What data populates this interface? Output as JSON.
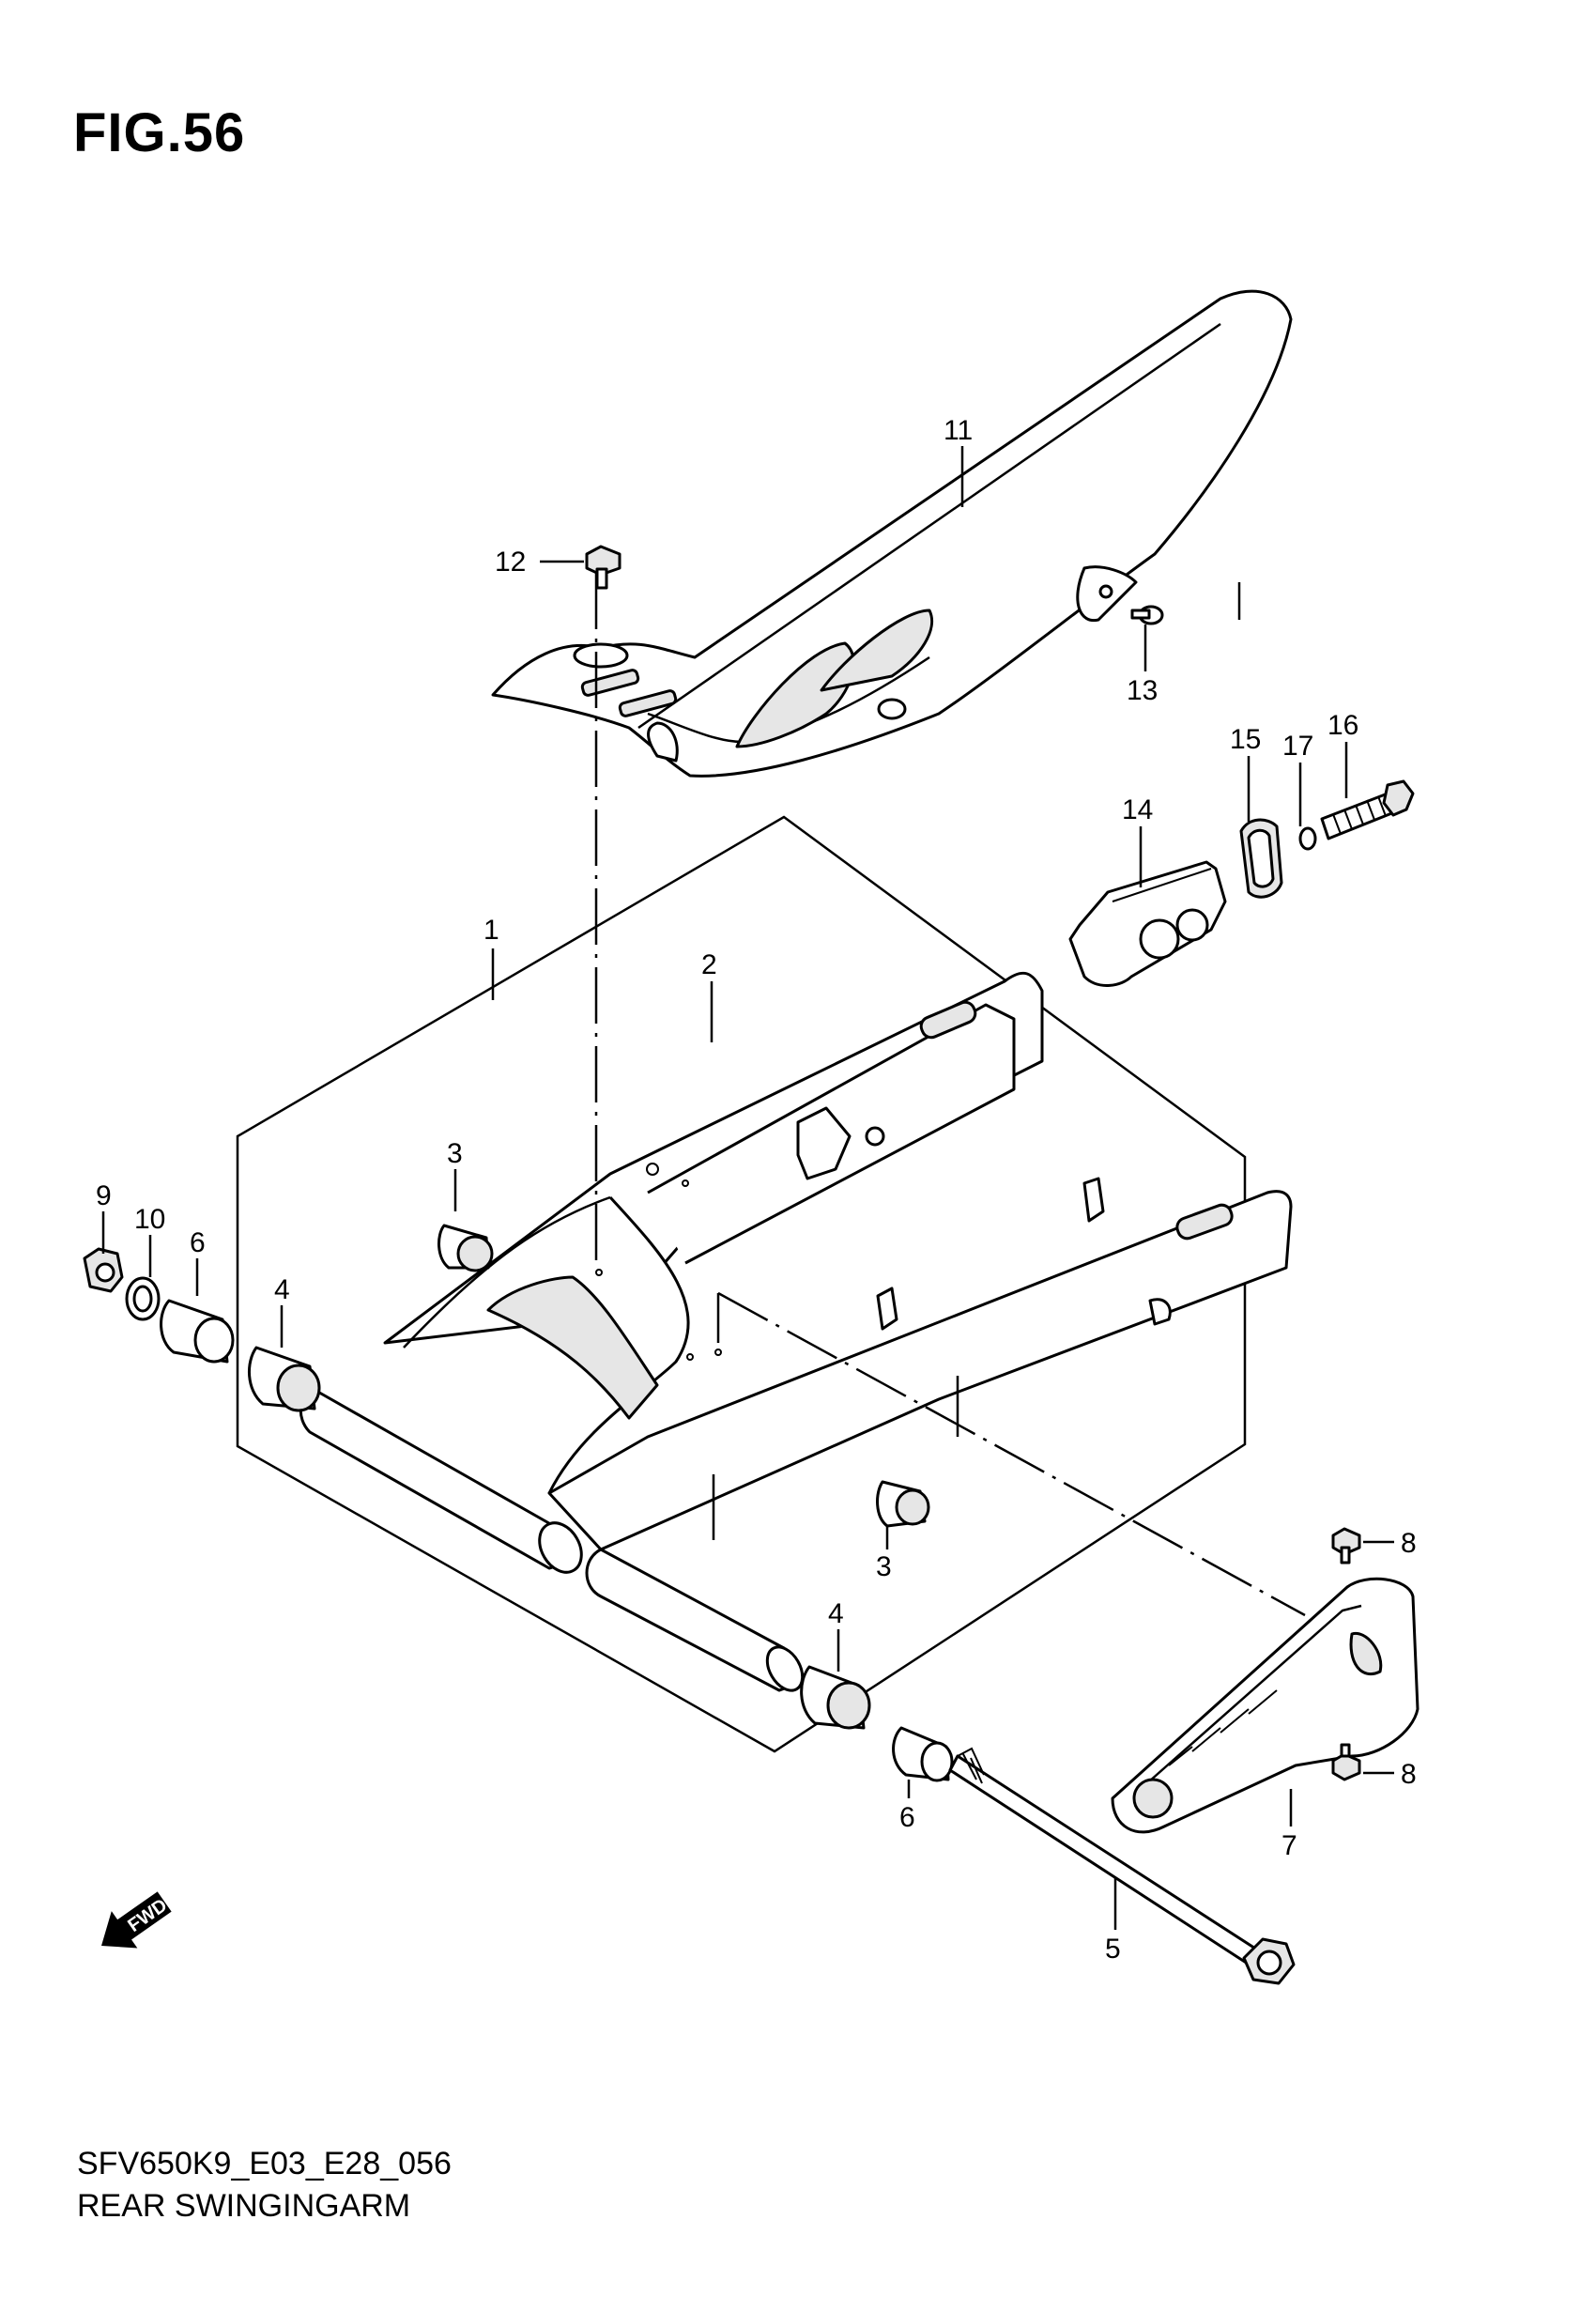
{
  "figure": {
    "title": "FIG.56",
    "code": "SFV650K9_E03_E28_056",
    "name": "REAR SWINGINGARM"
  },
  "direction_arrow": {
    "label": "FWD",
    "icon": "fwd-arrow-icon"
  },
  "callouts": [
    {
      "id": "c1",
      "label": "1"
    },
    {
      "id": "c2",
      "label": "2"
    },
    {
      "id": "c3a",
      "label": "3"
    },
    {
      "id": "c3b",
      "label": "3"
    },
    {
      "id": "c4a",
      "label": "4"
    },
    {
      "id": "c4b",
      "label": "4"
    },
    {
      "id": "c5",
      "label": "5"
    },
    {
      "id": "c6a",
      "label": "6"
    },
    {
      "id": "c6b",
      "label": "6"
    },
    {
      "id": "c7",
      "label": "7"
    },
    {
      "id": "c8a",
      "label": "8"
    },
    {
      "id": "c8b",
      "label": "8"
    },
    {
      "id": "c9",
      "label": "9"
    },
    {
      "id": "c10",
      "label": "10"
    },
    {
      "id": "c11",
      "label": "11"
    },
    {
      "id": "c12",
      "label": "12"
    },
    {
      "id": "c13",
      "label": "13"
    },
    {
      "id": "c14",
      "label": "14"
    },
    {
      "id": "c15",
      "label": "15"
    },
    {
      "id": "c16",
      "label": "16"
    },
    {
      "id": "c17",
      "label": "17"
    }
  ]
}
